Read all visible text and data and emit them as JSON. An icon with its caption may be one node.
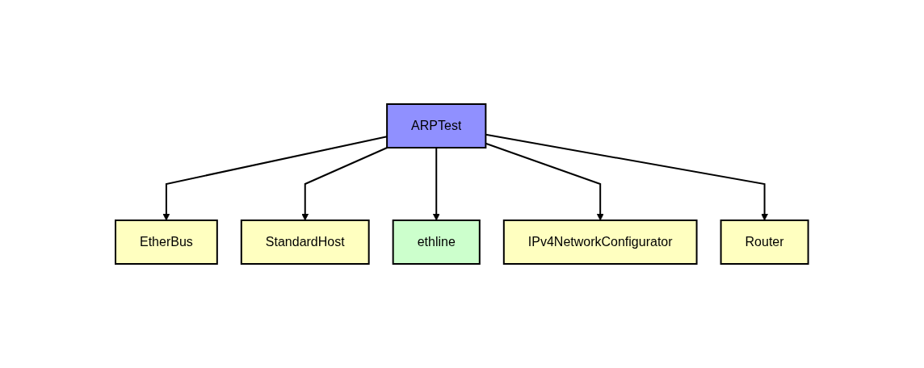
{
  "diagram": {
    "nodes": [
      {
        "text": [
          "ARPTest"
        ]
      },
      {
        "text": [
          "EtherBus"
        ]
      },
      {
        "text": [
          "StandardHost"
        ]
      },
      {
        "text": [
          "ethline"
        ]
      },
      {
        "text": [
          "IPv4NetworkConfigurator"
        ]
      },
      {
        "text": [
          "Router"
        ]
      }
    ],
    "edges": [
      {
        "from": 0,
        "to": 1,
        "arrow": "to"
      },
      {
        "from": 0,
        "to": 2,
        "arrow": "to"
      },
      {
        "from": 0,
        "to": 3,
        "arrow": "to"
      },
      {
        "from": 0,
        "to": 4,
        "arrow": "to"
      },
      {
        "from": 0,
        "to": 5,
        "arrow": "to"
      }
    ]
  }
}
